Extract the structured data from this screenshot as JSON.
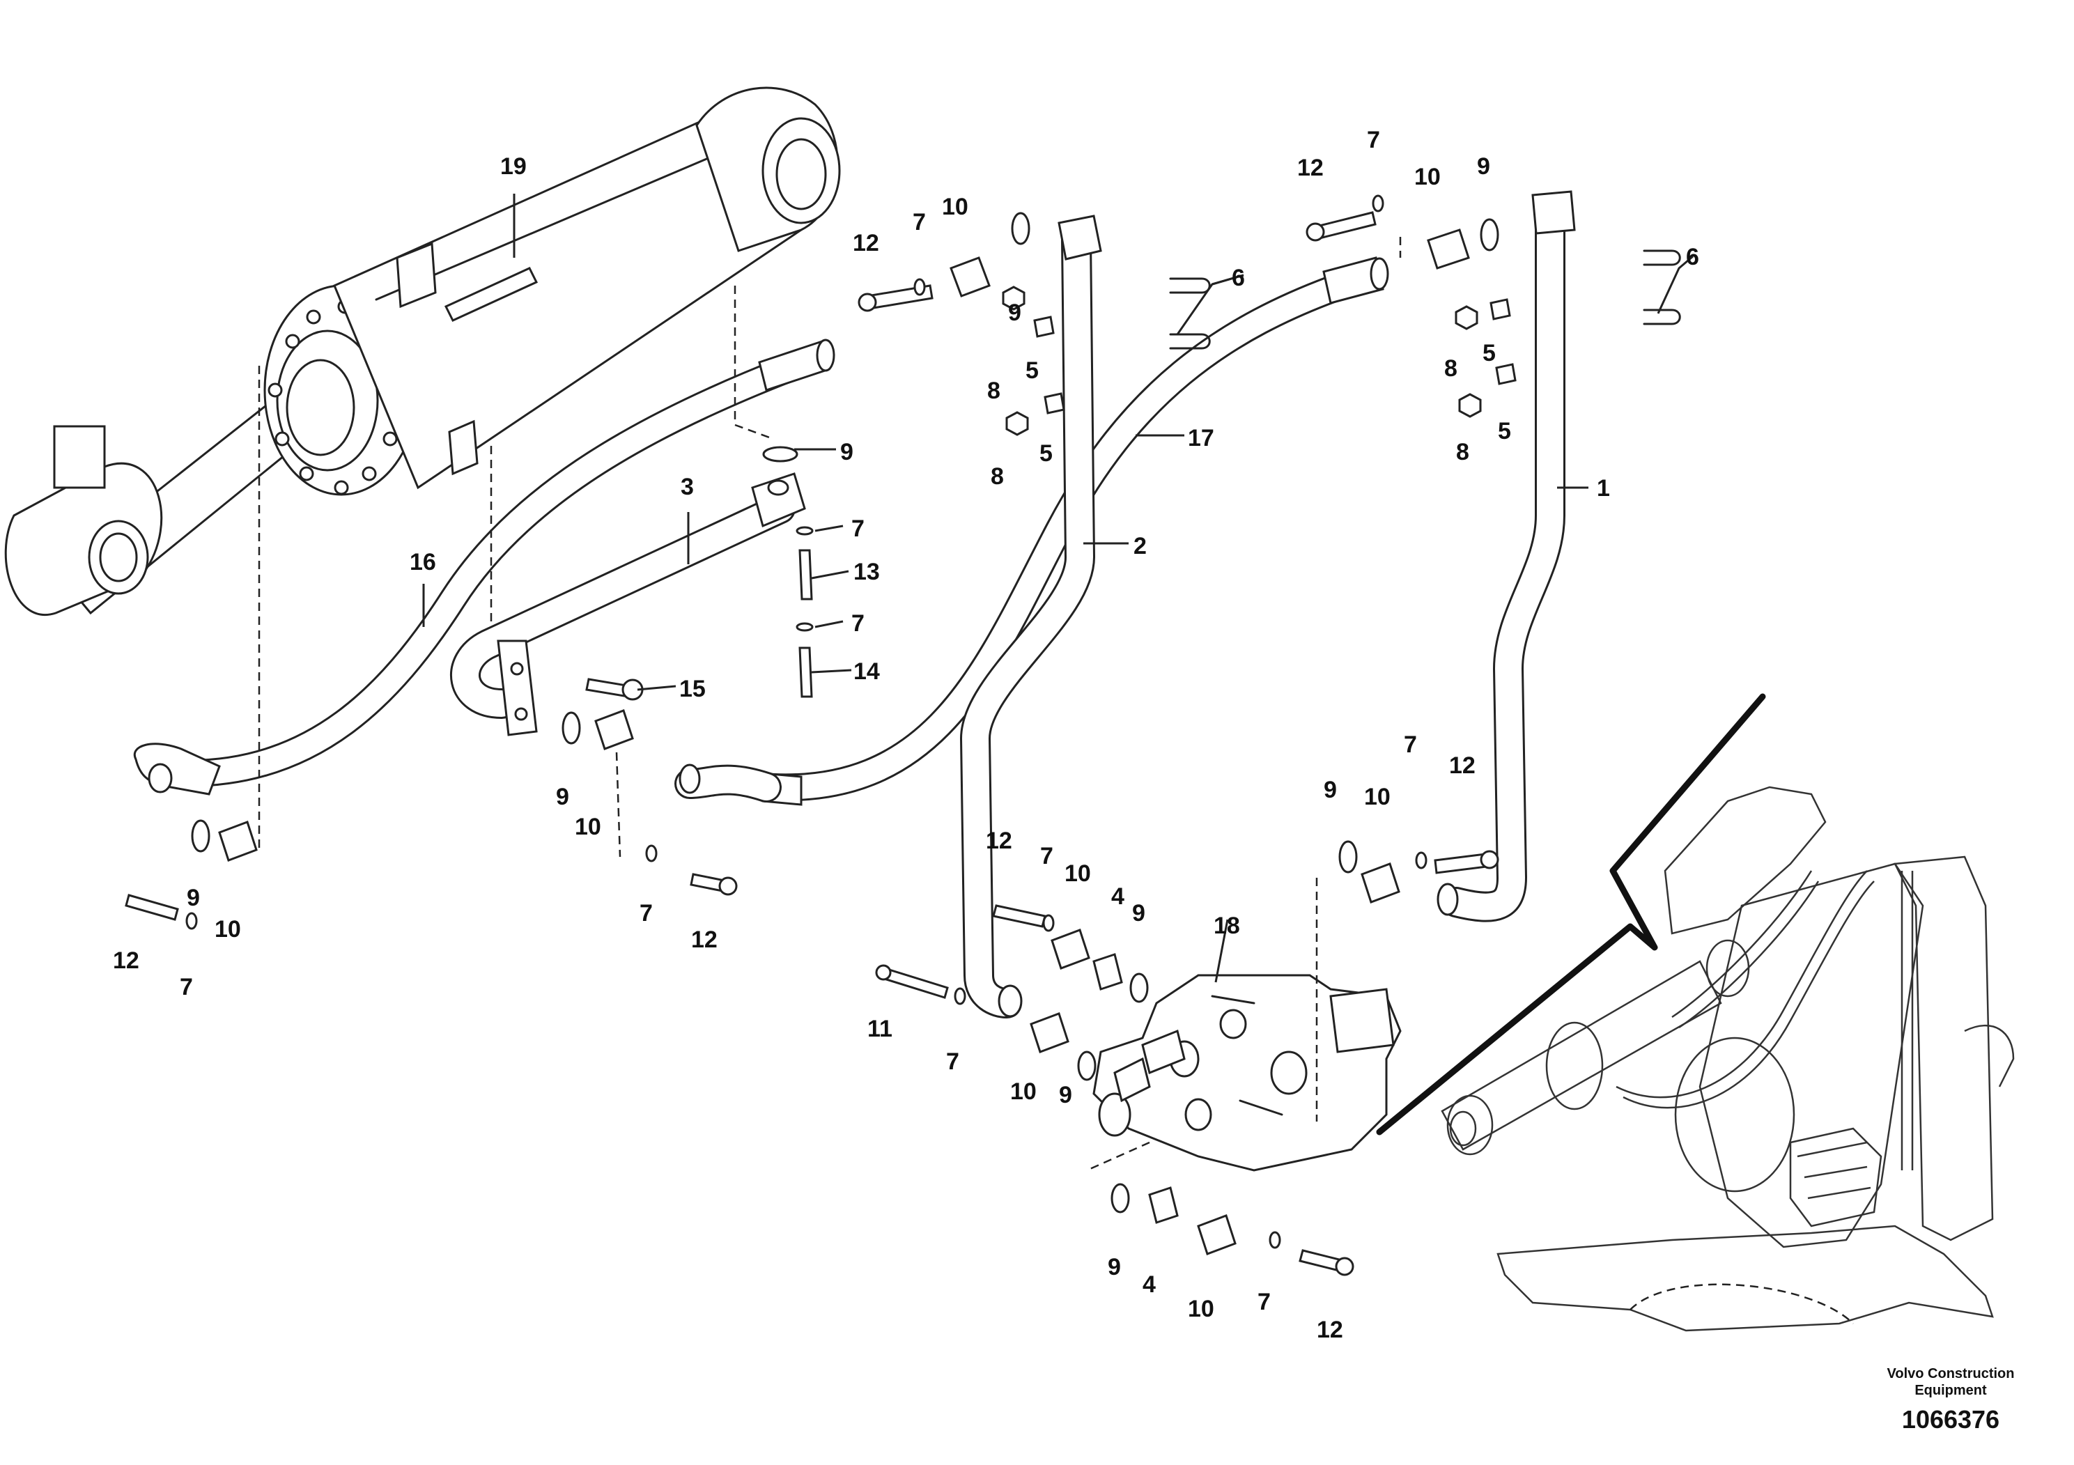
{
  "diagram": {
    "callouts": [
      {
        "id": "c19",
        "label": "19"
      },
      {
        "id": "c16",
        "label": "16"
      },
      {
        "id": "c3",
        "label": "3"
      },
      {
        "id": "c9a",
        "label": "9"
      },
      {
        "id": "c7a",
        "label": "7"
      },
      {
        "id": "c13",
        "label": "13"
      },
      {
        "id": "c7b",
        "label": "7"
      },
      {
        "id": "c14",
        "label": "14"
      },
      {
        "id": "c15",
        "label": "15"
      },
      {
        "id": "c9b",
        "label": "9"
      },
      {
        "id": "c10a",
        "label": "10"
      },
      {
        "id": "c7c",
        "label": "7"
      },
      {
        "id": "c12a",
        "label": "12"
      },
      {
        "id": "c9c",
        "label": "9"
      },
      {
        "id": "c10b",
        "label": "10"
      },
      {
        "id": "c12b",
        "label": "12"
      },
      {
        "id": "c7d",
        "label": "7"
      },
      {
        "id": "c12c",
        "label": "12"
      },
      {
        "id": "c7e",
        "label": "7"
      },
      {
        "id": "c10c",
        "label": "10"
      },
      {
        "id": "c9d",
        "label": "9"
      },
      {
        "id": "c6a",
        "label": "6"
      },
      {
        "id": "c8a",
        "label": "8"
      },
      {
        "id": "c5a",
        "label": "5"
      },
      {
        "id": "c8b",
        "label": "8"
      },
      {
        "id": "c5b",
        "label": "5"
      },
      {
        "id": "c17",
        "label": "17"
      },
      {
        "id": "c2",
        "label": "2"
      },
      {
        "id": "c12d",
        "label": "12"
      },
      {
        "id": "c7f",
        "label": "7"
      },
      {
        "id": "c10d",
        "label": "10"
      },
      {
        "id": "c9e",
        "label": "9"
      },
      {
        "id": "c6b",
        "label": "6"
      },
      {
        "id": "c8c",
        "label": "8"
      },
      {
        "id": "c5c",
        "label": "5"
      },
      {
        "id": "c5d",
        "label": "5"
      },
      {
        "id": "c8d",
        "label": "8"
      },
      {
        "id": "c1",
        "label": "1"
      },
      {
        "id": "c7g",
        "label": "7"
      },
      {
        "id": "c12e",
        "label": "12"
      },
      {
        "id": "c9f",
        "label": "9"
      },
      {
        "id": "c10e",
        "label": "10"
      },
      {
        "id": "c12f",
        "label": "12"
      },
      {
        "id": "c7h",
        "label": "7"
      },
      {
        "id": "c10f",
        "label": "10"
      },
      {
        "id": "c4a",
        "label": "4"
      },
      {
        "id": "c9g",
        "label": "9"
      },
      {
        "id": "c18",
        "label": "18"
      },
      {
        "id": "c11",
        "label": "11"
      },
      {
        "id": "c7i",
        "label": "7"
      },
      {
        "id": "c10g",
        "label": "10"
      },
      {
        "id": "c9h",
        "label": "9"
      },
      {
        "id": "c9i",
        "label": "9"
      },
      {
        "id": "c4b",
        "label": "4"
      },
      {
        "id": "c10h",
        "label": "10"
      },
      {
        "id": "c7j",
        "label": "7"
      },
      {
        "id": "c12g",
        "label": "12"
      }
    ],
    "manufacturer_line1": "Volvo Construction",
    "manufacturer_line2": "Equipment",
    "drawing_number": "1066376"
  }
}
